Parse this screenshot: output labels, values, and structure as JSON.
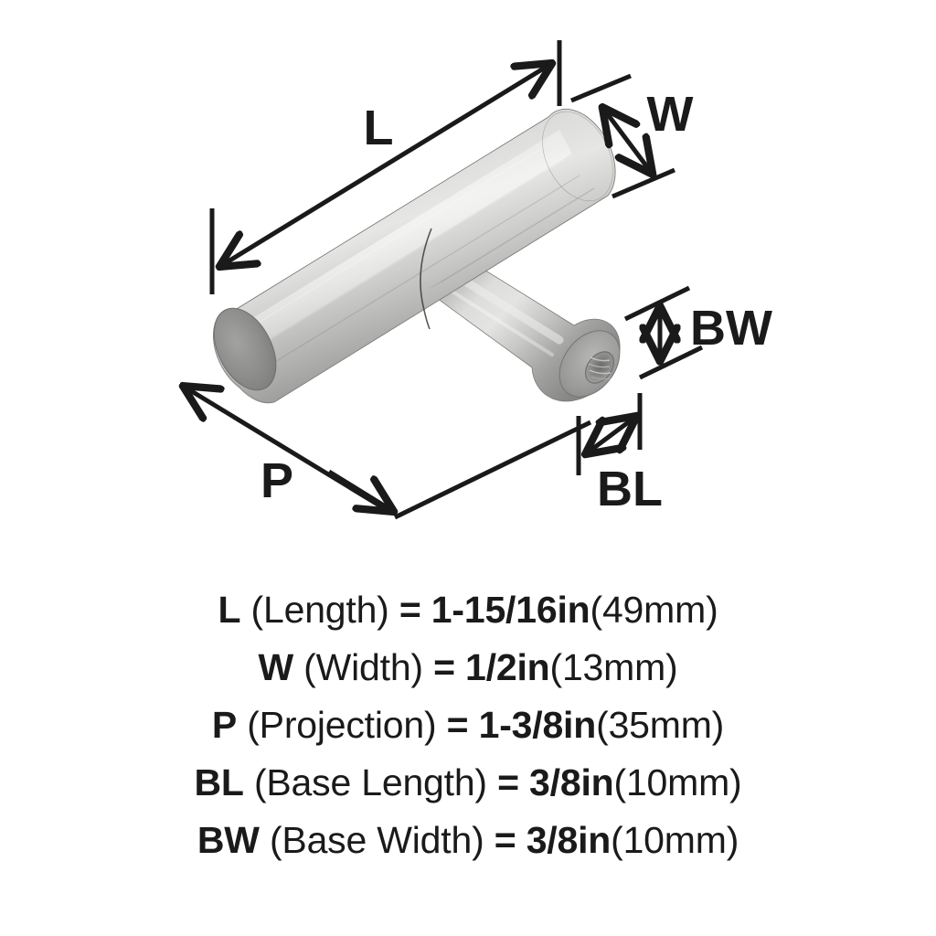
{
  "product": {
    "type": "cabinet-knob",
    "finish_description": "brushed satin nickel",
    "shape": "T-bar knob with threaded base"
  },
  "diagram": {
    "callouts": [
      {
        "code": "L",
        "name": "dimension-callout-length"
      },
      {
        "code": "W",
        "name": "dimension-callout-width"
      },
      {
        "code": "P",
        "name": "dimension-callout-projection"
      },
      {
        "code": "BL",
        "name": "dimension-callout-base-length"
      },
      {
        "code": "BW",
        "name": "dimension-callout-base-width"
      }
    ]
  },
  "legend": {
    "rows": [
      {
        "code": "L",
        "name": "(Length)",
        "equals": "=",
        "imperial": "1-15/16in",
        "metric": "(49mm)"
      },
      {
        "code": "W",
        "name": "(Width)",
        "equals": "=",
        "imperial": "1/2in",
        "metric": "(13mm)"
      },
      {
        "code": "P",
        "name": "(Projection)",
        "equals": "=",
        "imperial": "1-3/8in",
        "metric": "(35mm)"
      },
      {
        "code": "BL",
        "name": "(Base Length)",
        "equals": "=",
        "imperial": "3/8in",
        "metric": "(10mm)"
      },
      {
        "code": "BW",
        "name": "(Base Width)",
        "equals": "=",
        "imperial": "3/8in",
        "metric": "(10mm)"
      }
    ]
  },
  "colors": {
    "background": "#ffffff",
    "ink": "#1a1a1a",
    "metal_light": "#d8d8d6",
    "metal_mid": "#b4b5b2",
    "metal_dark": "#8e8f8c",
    "metal_shadow": "#6e6f6c",
    "end_cap": "#8a8b88"
  }
}
